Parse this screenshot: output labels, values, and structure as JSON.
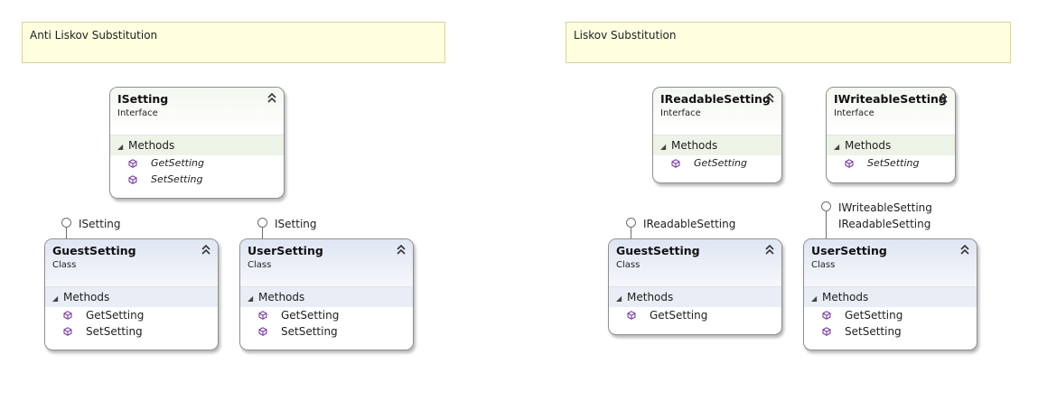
{
  "notes": {
    "left": "Anti Liskov Substitution",
    "right": "Liskov Substitution"
  },
  "left": {
    "isetting": {
      "title": "ISetting",
      "kind": "Interface",
      "section": "Methods",
      "methods": [
        "GetSetting",
        "SetSetting"
      ]
    },
    "guest": {
      "title": "GuestSetting",
      "kind": "Class",
      "section": "Methods",
      "methods": [
        "GetSetting",
        "SetSetting"
      ],
      "implements": "ISetting"
    },
    "user": {
      "title": "UserSetting",
      "kind": "Class",
      "section": "Methods",
      "methods": [
        "GetSetting",
        "SetSetting"
      ],
      "implements": "ISetting"
    }
  },
  "right": {
    "ireadable": {
      "title": "IReadableSetting",
      "kind": "Interface",
      "section": "Methods",
      "methods": [
        "GetSetting"
      ]
    },
    "iwriteable": {
      "title": "IWriteableSetting",
      "kind": "Interface",
      "section": "Methods",
      "methods": [
        "SetSetting"
      ]
    },
    "guest": {
      "title": "GuestSetting",
      "kind": "Class",
      "section": "Methods",
      "methods": [
        "GetSetting"
      ],
      "implements": "IReadableSetting"
    },
    "user": {
      "title": "UserSetting",
      "kind": "Class",
      "section": "Methods",
      "methods": [
        "GetSetting",
        "SetSetting"
      ],
      "implements": [
        "IWriteableSetting",
        "IReadableSetting"
      ]
    }
  },
  "icons": {
    "collapse": "double-chevron-up-icon",
    "method": "method-cube-icon",
    "section": "collapse-triangle-icon",
    "interface": "lollipop-icon"
  },
  "colors": {
    "note_bg": "#ffffe0",
    "class_header": "#dfe6f3",
    "interface_header": "#f4f8f0",
    "method_icon": "#7b3fa0"
  }
}
